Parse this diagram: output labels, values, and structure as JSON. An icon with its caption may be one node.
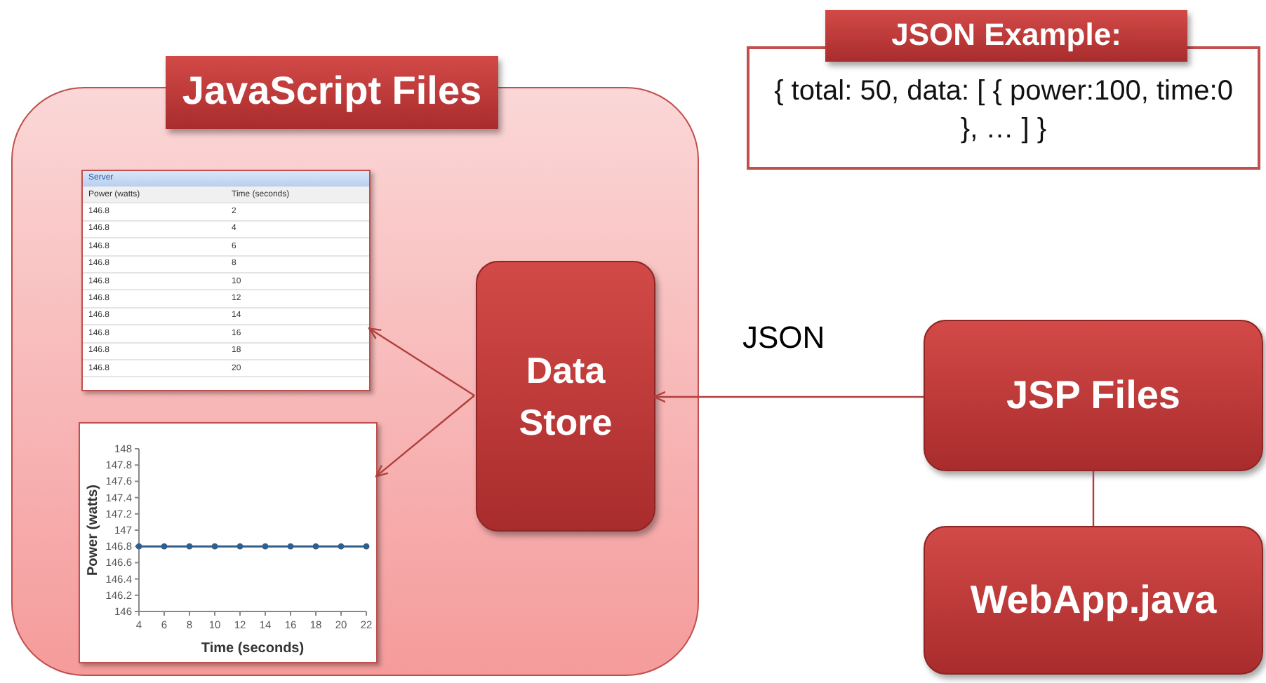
{
  "diagram": {
    "nodes": [
      {
        "text": [
          "JavaScript Files"
        ]
      },
      {
        "text": [
          "Server"
        ],
        "in": 0
      },
      {
        "text": [],
        "shape": "picture",
        "in": 0
      },
      {
        "text": [
          "Data Store"
        ],
        "in": 0
      },
      {
        "text": [
          "JSP Files"
        ]
      },
      {
        "text": [
          "WebApp.java"
        ]
      },
      {
        "text": [
          "JSON Example:",
          "{ total: 50, data: [ { power:100, time:0 }, … ] }"
        ]
      }
    ],
    "edges": [
      {
        "from": 4,
        "to": 3,
        "arrow": "to",
        "label": "JSON"
      },
      {
        "from": 3,
        "to": 1,
        "arrow": "to"
      },
      {
        "from": 3,
        "to": 2,
        "arrow": "to"
      },
      {
        "from": 4,
        "to": 5,
        "arrow": "none"
      }
    ],
    "labels": [
      "Power (watts)",
      "Time (seconds)",
      "146.8",
      "2",
      "146.8",
      "4",
      "146.8",
      "6",
      "146.8",
      "8",
      "146.8",
      "10",
      "146.8",
      "12",
      "146.8",
      "14",
      "146.8",
      "16",
      "146.8",
      "18",
      "146.8",
      "20"
    ],
    "chart_data": {
      "type": "line",
      "xlabel": "Time (seconds)",
      "ylabel": "Power (watts)",
      "x": [
        4,
        6,
        8,
        10,
        12,
        14,
        16,
        18,
        20,
        22
      ],
      "series": [
        {
          "color": "#2f5f8a",
          "marker": "circle",
          "values": [
            146.8,
            146.8,
            146.8,
            146.8,
            146.8,
            146.8,
            146.8,
            146.8,
            146.8,
            146.8
          ]
        }
      ],
      "xlim": [
        4,
        22
      ],
      "ylim": [
        146,
        148
      ],
      "xticks": [
        4,
        6,
        8,
        10,
        12,
        14,
        16,
        18,
        20,
        22
      ],
      "yticks": [
        146,
        146.2,
        146.4,
        146.6,
        146.8,
        147,
        147.2,
        147.4,
        147.6,
        147.8,
        148
      ]
    }
  }
}
